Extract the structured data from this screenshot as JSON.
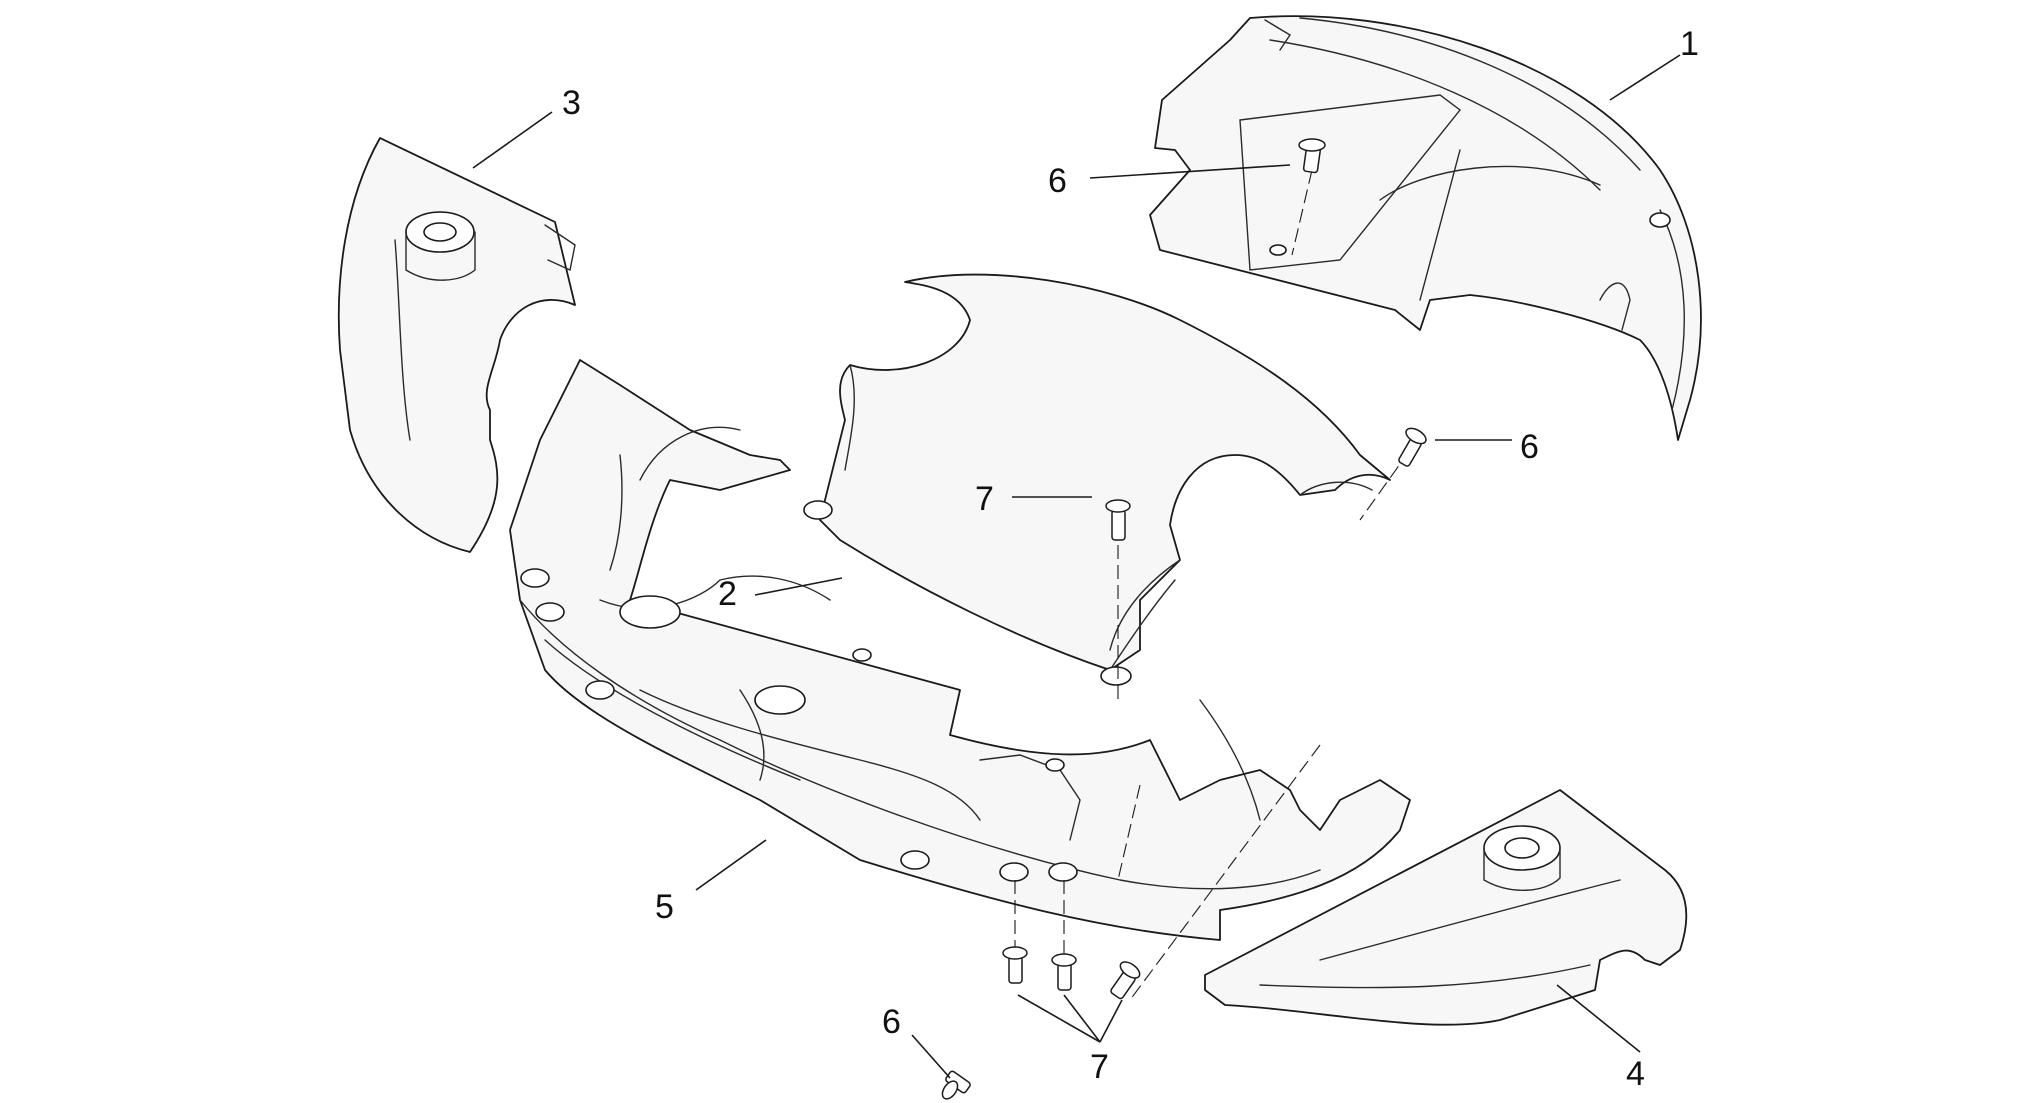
{
  "callouts": {
    "c1": "1",
    "c2": "2",
    "c3": "3",
    "c4": "4",
    "c5": "5",
    "c6a": "6",
    "c6b": "6",
    "c6c": "6",
    "c7a": "7",
    "c7b": "7"
  },
  "colors": {
    "line": "#1a1a1a",
    "part_fill": "#f7f7f7",
    "background": "#ffffff"
  }
}
